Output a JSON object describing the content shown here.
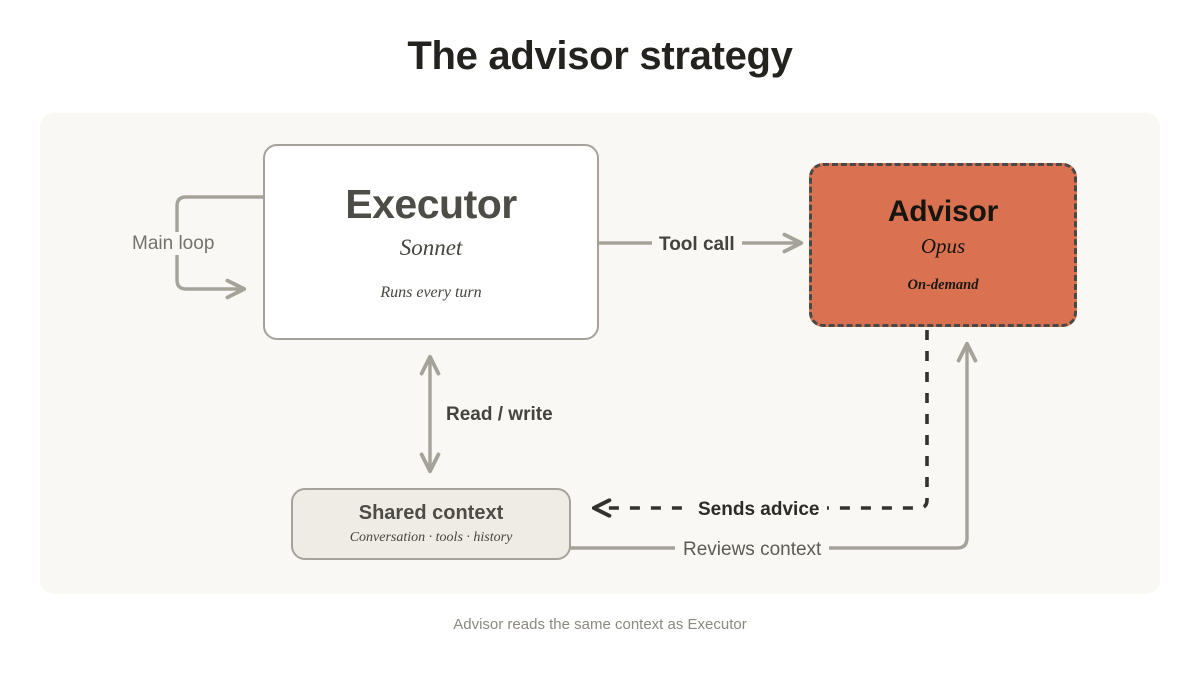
{
  "title": "The advisor strategy",
  "caption": "Advisor reads the same context as Executor",
  "colors": {
    "page_background": "#ffffff",
    "panel_background": "#f9f8f4",
    "advisor_fill": "#da7151",
    "advisor_border": "#4a4945",
    "executor_fill": "#ffffff",
    "node_border": "#a5a399",
    "context_fill": "#efece5",
    "wire_gray": "#a5a399",
    "wire_dark": "#33322e",
    "title_text": "#23221f",
    "caption_text": "#8b8980"
  },
  "nodes": {
    "executor": {
      "title": "Executor",
      "subtitle": "Sonnet",
      "note": "Runs every turn"
    },
    "advisor": {
      "title": "Advisor",
      "subtitle": "Opus",
      "note": "On-demand"
    },
    "shared_context": {
      "title": "Shared context",
      "subtitle": "Conversation · tools · history"
    }
  },
  "edges": {
    "main_loop": "Main loop",
    "tool_call": "Tool call",
    "read_write": "Read / write",
    "sends_advice": "Sends advice",
    "reviews_context": "Reviews context"
  }
}
